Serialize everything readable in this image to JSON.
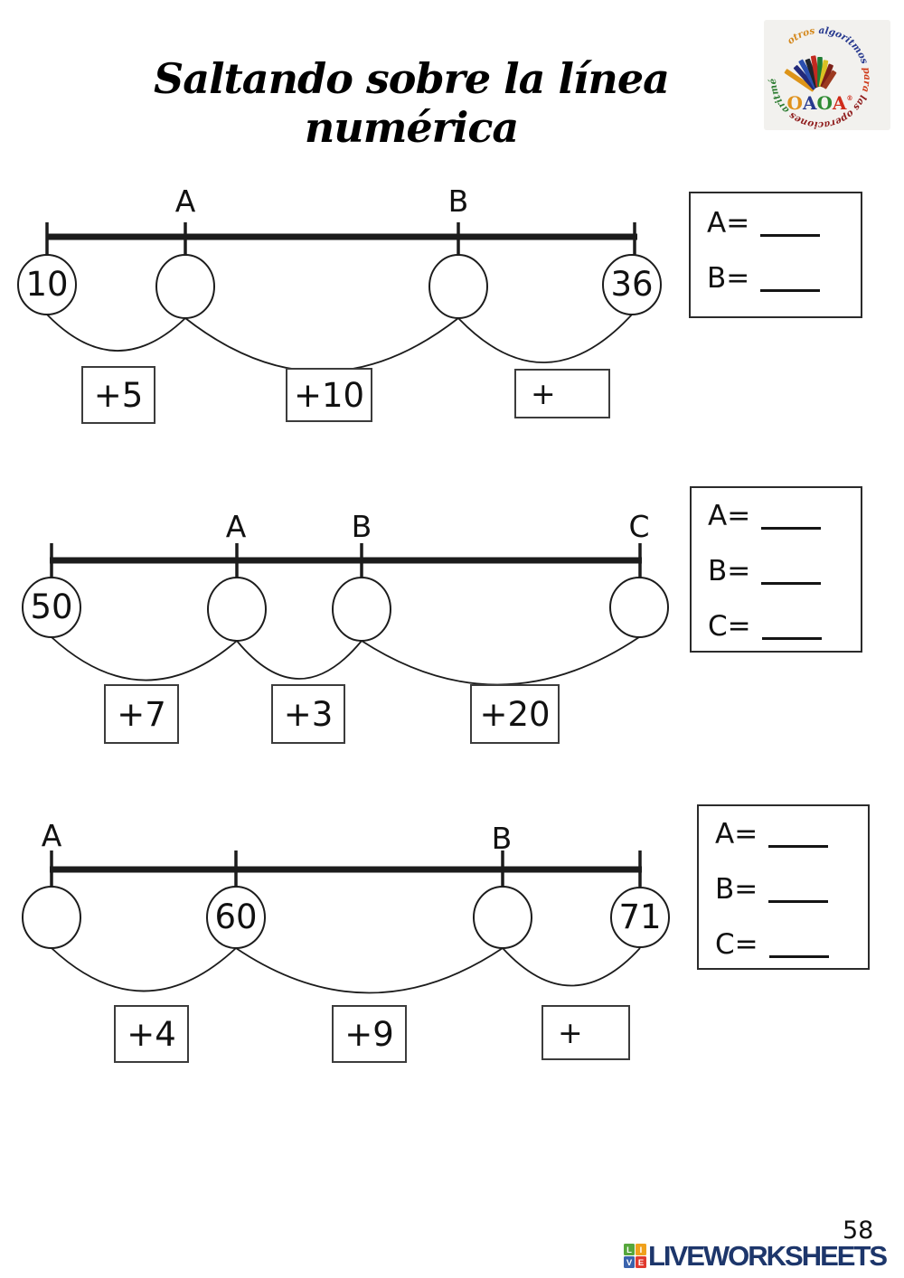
{
  "page": {
    "title": "Saltando sobre la línea numérica",
    "page_number": "58"
  },
  "logo": {
    "words": [
      {
        "text": "otros ",
        "color": "#d4881c"
      },
      {
        "text": "algoritmos ",
        "color": "#27398f"
      },
      {
        "text": "para ",
        "color": "#cf3b1a"
      },
      {
        "text": "las ",
        "color": "#8f1d1d"
      },
      {
        "text": "operaciones ",
        "color": "#8f1d1d"
      },
      {
        "text": "aritméticas",
        "color": "#2e7d32"
      }
    ],
    "acronym": [
      {
        "letter": "O",
        "color": "#e0921c"
      },
      {
        "letter": "A",
        "color": "#27398f"
      },
      {
        "letter": "O",
        "color": "#2e8b32"
      },
      {
        "letter": "A",
        "color": "#cf2b1a"
      }
    ],
    "registered_mark": "®",
    "bars": [
      "#dd9418",
      "#232a7a",
      "#2b4fae",
      "#20242b",
      "#c22a20",
      "#1f7c33",
      "#d9c122",
      "#7c2018",
      "#9c3a20"
    ]
  },
  "exercises": [
    {
      "point_labels": [
        "A",
        "B"
      ],
      "circles": [
        "10",
        "",
        "",
        "36"
      ],
      "jumps": [
        "+5",
        "+10",
        "+"
      ],
      "answers": [
        "A=",
        "B="
      ]
    },
    {
      "point_labels": [
        "A",
        "B",
        "C"
      ],
      "circles": [
        "50",
        "",
        "",
        ""
      ],
      "jumps": [
        "+7",
        "+3",
        "+20"
      ],
      "answers": [
        "A=",
        "B=",
        "C="
      ]
    },
    {
      "point_labels": [
        "A",
        "B"
      ],
      "circles": [
        "",
        "60",
        "",
        "71"
      ],
      "jumps": [
        "+4",
        "+9",
        "+"
      ],
      "answers": [
        "A=",
        "B=",
        "C="
      ]
    }
  ],
  "footer": {
    "wordmark": "LIVEWORKSHEETS",
    "tiles": [
      {
        "letter": "L",
        "color": "#56a73c"
      },
      {
        "letter": "I",
        "color": "#f0a11c"
      },
      {
        "letter": "V",
        "color": "#3a63ad"
      },
      {
        "letter": "E",
        "color": "#e03a2f"
      }
    ]
  }
}
